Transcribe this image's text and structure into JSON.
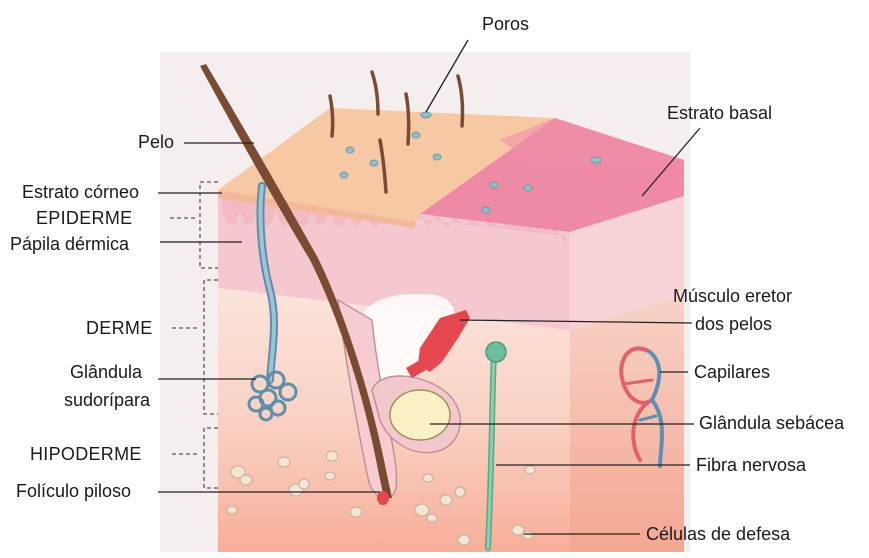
{
  "labels": {
    "poros": "Poros",
    "estrato_basal": "Estrato basal",
    "pelo": "Pelo",
    "estrato_corneo": "Estrato córneo",
    "epiderme": "EPIDERME",
    "papila_dermica": "Pápila dérmica",
    "musculo_eretor_1": "Músculo eretor",
    "musculo_eretor_2": "dos pelos",
    "derme": "DERME",
    "capilares": "Capilares",
    "glandula_sudoripara_1": "Glândula",
    "glandula_sudoripara_2": "sudorípara",
    "glandula_sebacea": "Glândula sebácea",
    "hipoderme": "HIPODERME",
    "fibra_nervosa": "Fibra nervosa",
    "foliculo_piloso": "Folículo piloso",
    "celulas_defesa": "Células de defesa"
  },
  "colors": {
    "skin_surface": "#f6c9a6",
    "basal_layer": "#ef7f9a",
    "epidermis_side": "#f4c6cc",
    "dermis": "#f9d6cc",
    "hypodermis": "#fbb7a4",
    "hair": "#7a4a33",
    "sweat_gland": "#7ea9c2",
    "erector_muscle": "#e5474f",
    "sebaceous_gland": "#f8f1c4",
    "nerve_fiber": "#6fbf9e",
    "capillary_red": "#e0606c",
    "capillary_blue": "#5b8fb5",
    "fat_cells": "#f2e4d4"
  }
}
